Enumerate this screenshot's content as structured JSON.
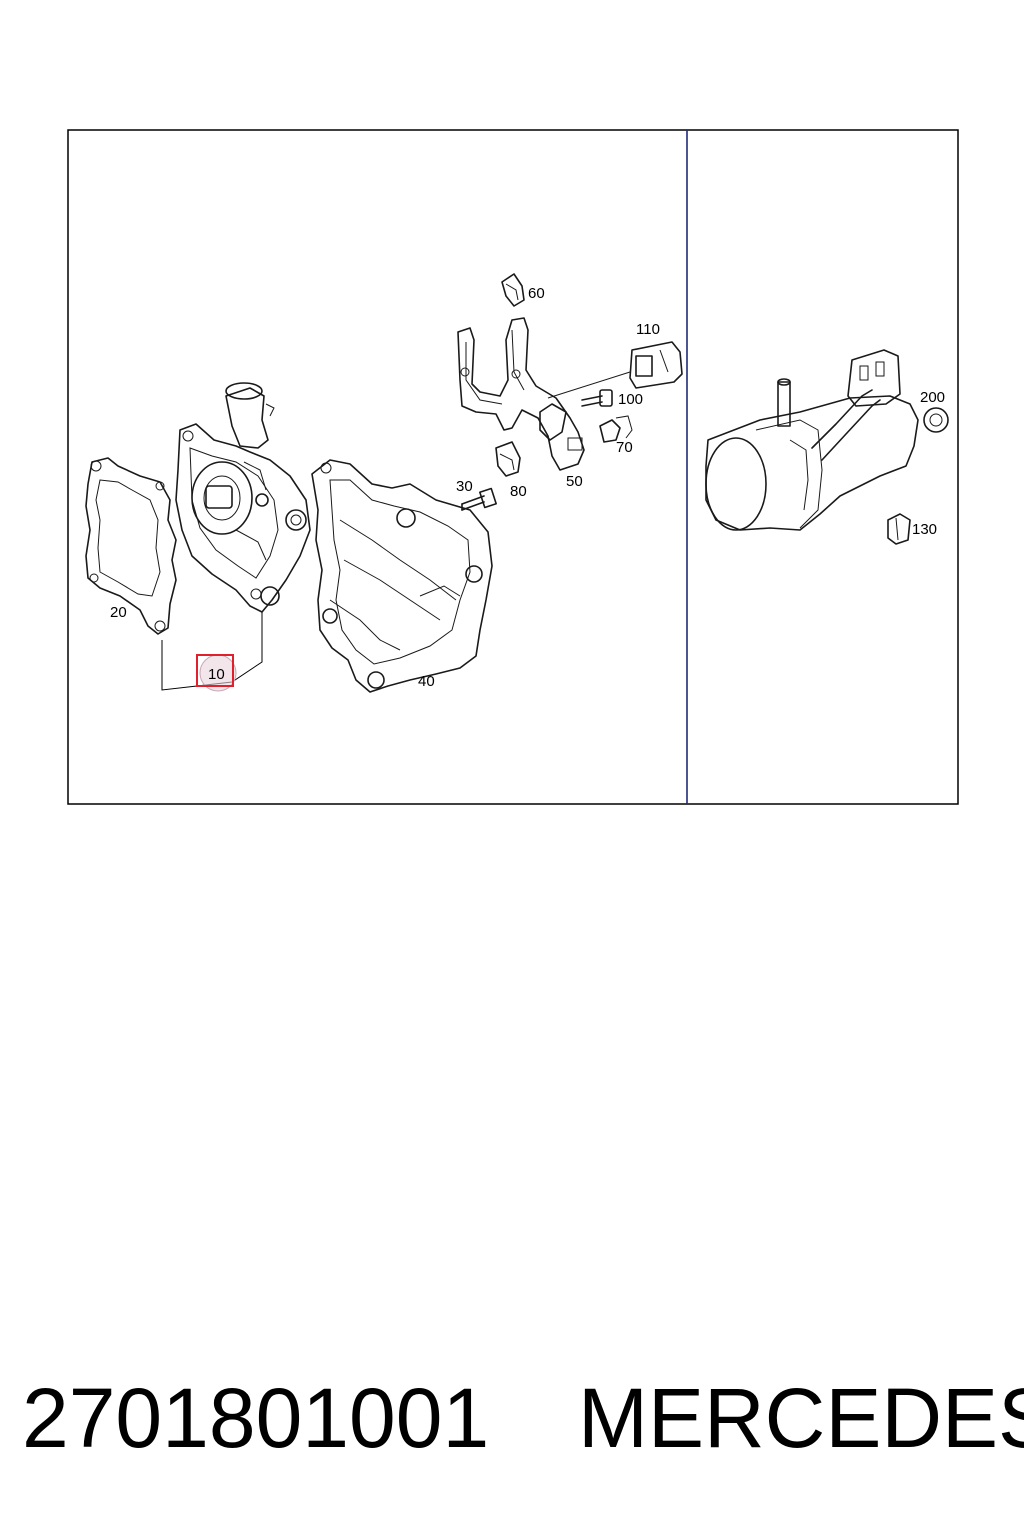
{
  "callouts": {
    "c10": "10",
    "c20": "20",
    "c30": "30",
    "c40": "40",
    "c50": "50",
    "c60": "60",
    "c70": "70",
    "c80": "80",
    "c100": "100",
    "c110": "110",
    "c130": "130",
    "c200": "200"
  },
  "highlighted_callout": "10",
  "colors": {
    "frame": "#000000",
    "divider": "#1f2a7a",
    "highlight_box": "#e0202a",
    "highlight_circle": "#c9a7b6"
  },
  "caption": {
    "part_number": "2701801001",
    "brand": "MERCEDES"
  }
}
